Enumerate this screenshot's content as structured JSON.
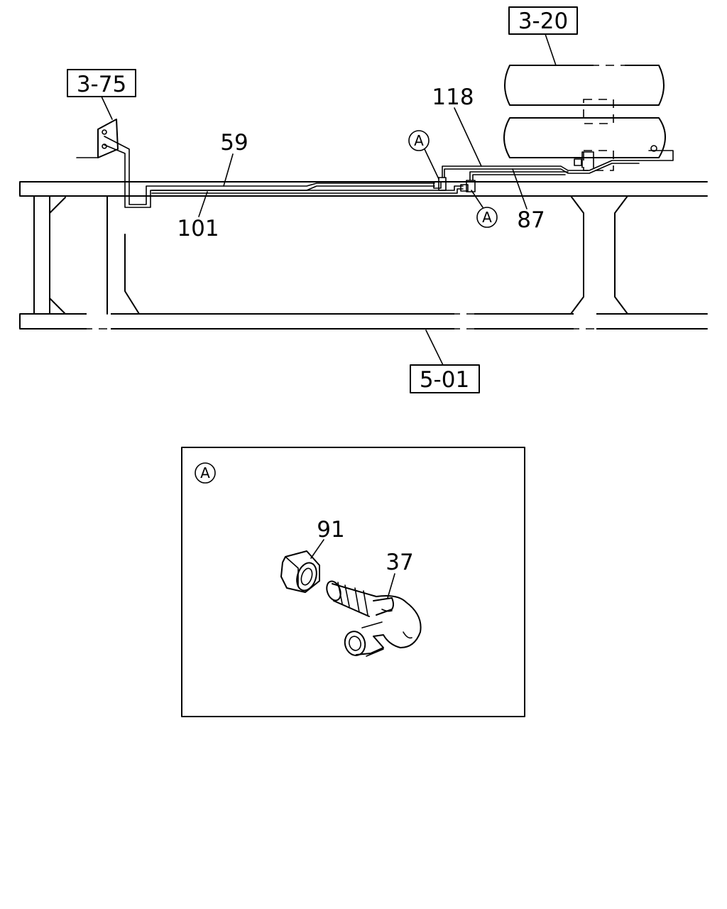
{
  "ref_boxes": {
    "top_right": "3-20",
    "top_left": "3-75",
    "bottom": "5-01"
  },
  "part_labels": {
    "p118": "118",
    "p59": "59",
    "p101": "101",
    "p87": "87",
    "p91": "91",
    "p37": "37"
  },
  "detail_markers": {
    "upper": "A",
    "lower": "A",
    "inset": "A"
  }
}
